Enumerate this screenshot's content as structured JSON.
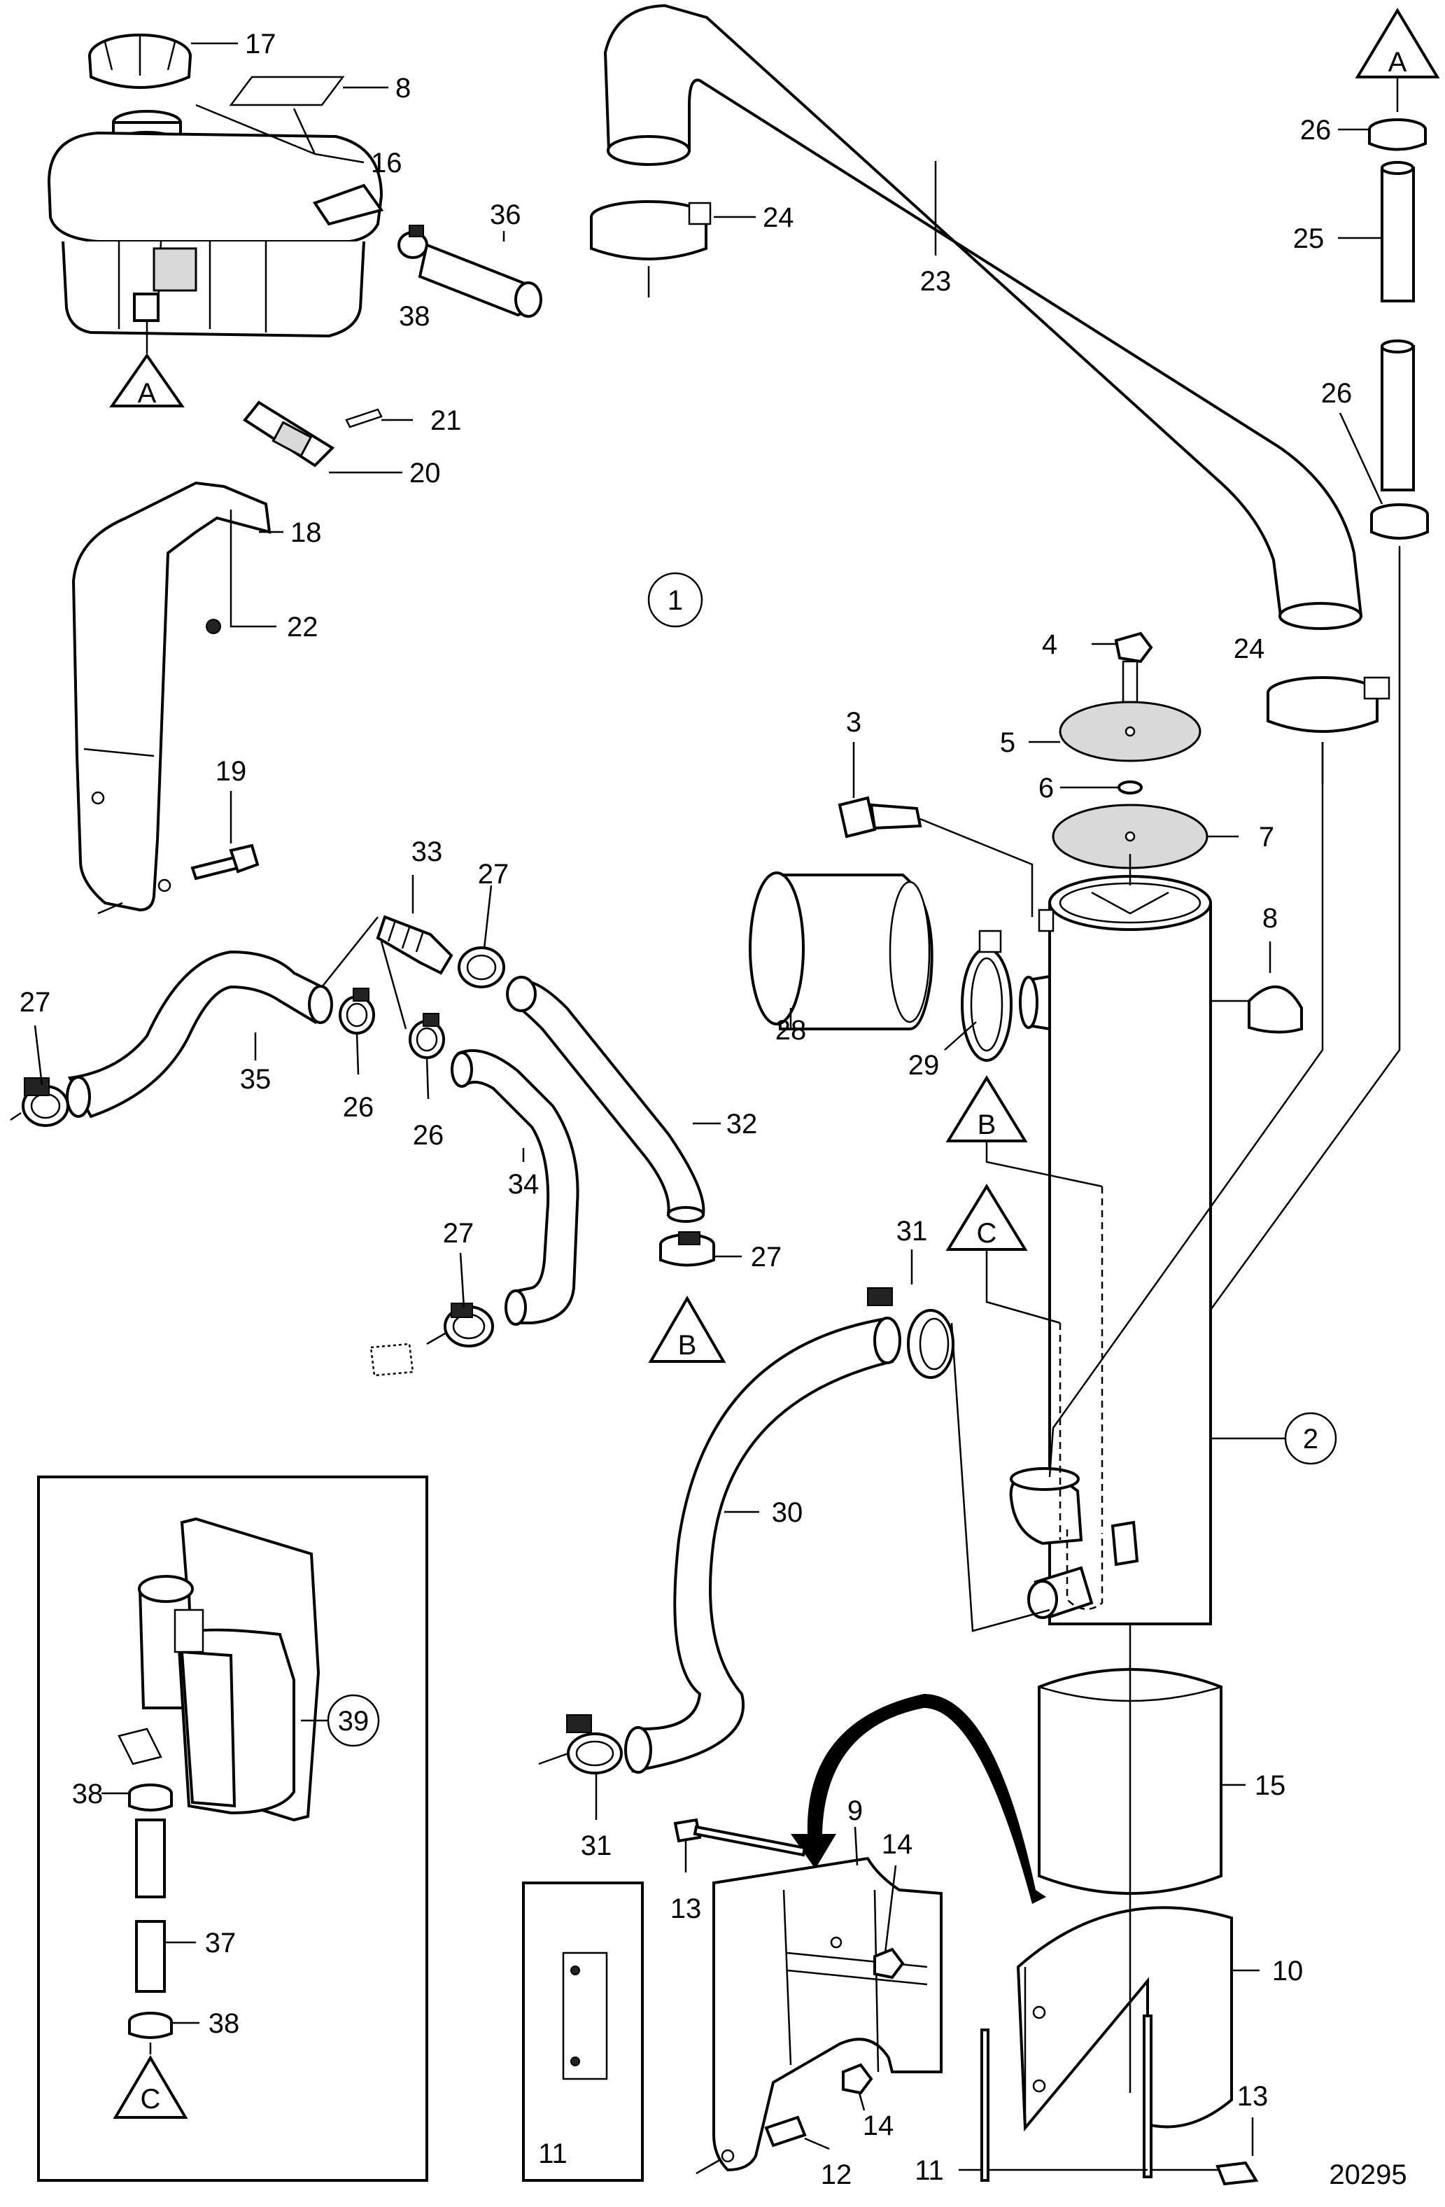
{
  "diagram_id": "20295",
  "references": {
    "a": "A",
    "b": "B",
    "c": "C"
  },
  "labels": {
    "n1": "1",
    "n2": "2",
    "n3": "3",
    "n4": "4",
    "n5": "5",
    "n6": "6",
    "n7": "7",
    "n8": "8",
    "n9": "9",
    "n10": "10",
    "n11": "11",
    "n12": "12",
    "n13": "13",
    "n14": "14",
    "n15": "15",
    "n16": "16",
    "n17": "17",
    "n18": "18",
    "n19": "19",
    "n20": "20",
    "n21": "21",
    "n22": "22",
    "n23": "23",
    "n24": "24",
    "n25": "25",
    "n26": "26",
    "n27": "27",
    "n28": "28",
    "n29": "29",
    "n30": "30",
    "n31": "31",
    "n32": "32",
    "n33": "33",
    "n34": "34",
    "n35": "35",
    "n36": "36",
    "n37": "37",
    "n38": "38",
    "n39": "39"
  }
}
